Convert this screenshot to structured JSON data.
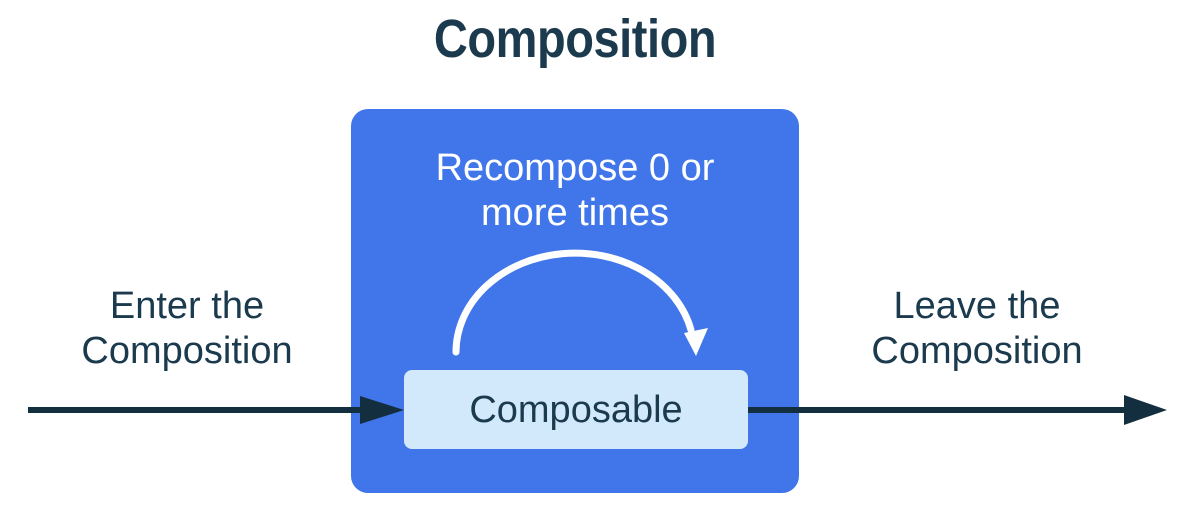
{
  "diagram": {
    "title": "Composition",
    "container": {
      "recompose_label": "Recompose 0 or\nmore times",
      "composable_label": "Composable"
    },
    "flow": {
      "enter_label": "Enter the\nComposition",
      "leave_label": "Leave the\nComposition"
    }
  },
  "icons": {
    "enter_arrow": "right-arrow",
    "leave_arrow": "right-arrow",
    "recompose_arc": "clockwise-curved-arrow"
  },
  "colors": {
    "background": "#FFFFFF",
    "container_blue": "#4076EA",
    "composable_fill": "#D1E9FB",
    "navy_text": "#1B3A4D",
    "arrow_navy": "#132E3E",
    "arc_white": "#FFFFFF"
  }
}
